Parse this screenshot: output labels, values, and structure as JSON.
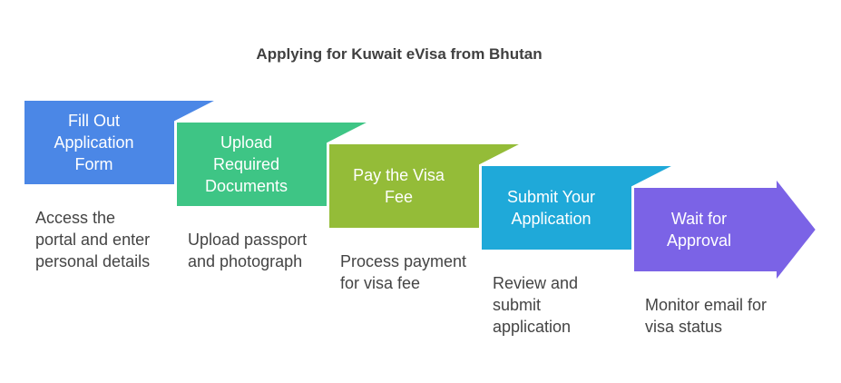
{
  "title": "Applying for Kuwait eVisa from Bhutan",
  "steps": [
    {
      "label": "Fill Out Application Form",
      "description": "Access the portal and enter personal details",
      "color": "#4B87E6"
    },
    {
      "label": "Upload Required Documents",
      "description": "Upload passport and photograph",
      "color": "#3EC585"
    },
    {
      "label": "Pay the Visa Fee",
      "description": "Process payment for visa fee",
      "color": "#94BC38"
    },
    {
      "label": "Submit Your Application",
      "description": "Review and submit application",
      "color": "#1FA9D9"
    },
    {
      "label": "Wait for Approval",
      "description": "Monitor email for visa status",
      "color": "#7B63E6"
    }
  ]
}
